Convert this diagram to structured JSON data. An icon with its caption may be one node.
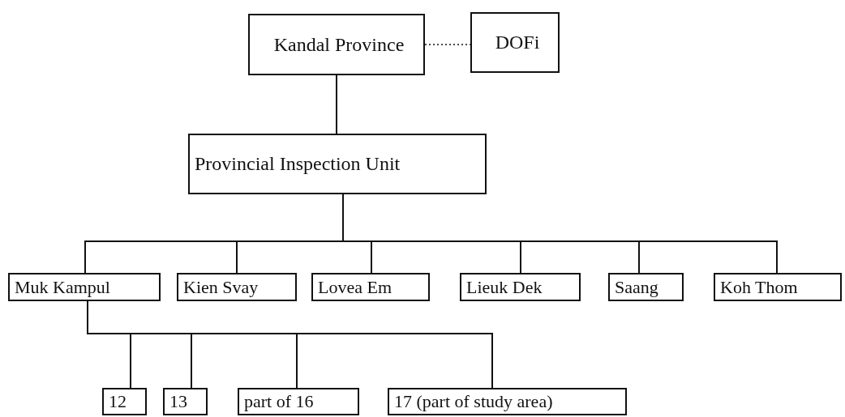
{
  "diagram": {
    "nodes": [
      {
        "text": [
          "Kandal Province"
        ]
      },
      {
        "text": [
          "DOFi"
        ]
      },
      {
        "text": [
          "Provincial Inspection Unit"
        ]
      },
      {
        "text": [
          "Muk Kampul"
        ]
      },
      {
        "text": [
          "Kien Svay"
        ]
      },
      {
        "text": [
          "Lovea Em"
        ]
      },
      {
        "text": [
          "Lieuk Dek"
        ]
      },
      {
        "text": [
          "Saang"
        ]
      },
      {
        "text": [
          "Koh Thom"
        ]
      },
      {
        "text": [
          "12"
        ]
      },
      {
        "text": [
          "13"
        ]
      },
      {
        "text": [
          "part of 16"
        ]
      },
      {
        "text": [
          "17 (part of study area)"
        ]
      }
    ],
    "edges": [
      {
        "from": 0,
        "to": 1,
        "arrow": "none",
        "style": "dashed"
      },
      {
        "from": 0,
        "to": 2,
        "arrow": "none"
      },
      {
        "from": 2,
        "to": 3,
        "arrow": "none"
      },
      {
        "from": 2,
        "to": 4,
        "arrow": "none"
      },
      {
        "from": 2,
        "to": 5,
        "arrow": "none"
      },
      {
        "from": 2,
        "to": 6,
        "arrow": "none"
      },
      {
        "from": 2,
        "to": 7,
        "arrow": "none"
      },
      {
        "from": 2,
        "to": 8,
        "arrow": "none"
      },
      {
        "from": 3,
        "to": 9,
        "arrow": "none"
      },
      {
        "from": 3,
        "to": 10,
        "arrow": "none"
      },
      {
        "from": 3,
        "to": 11,
        "arrow": "none"
      },
      {
        "from": 3,
        "to": 12,
        "arrow": "none"
      }
    ]
  }
}
